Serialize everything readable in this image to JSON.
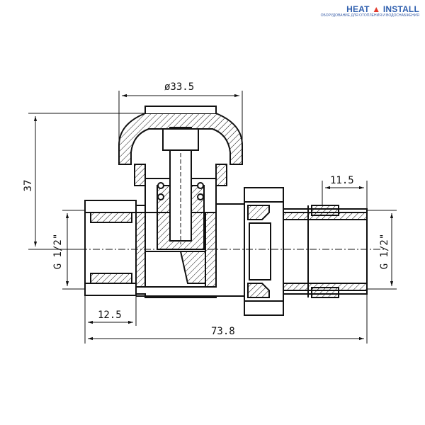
{
  "brand": {
    "name_part1": "HEAT",
    "name_part2": "INSTALL",
    "tagline": "ОБОРУДОВАНИЕ ДЛЯ ОТОПЛЕНИЯ И ВОДОСНАБЖЕНИЯ",
    "colors": {
      "primary": "#2f5fae",
      "accent": "#e23b2e"
    }
  },
  "dimensions": {
    "top_diameter": "ø33.5",
    "left_height": "37",
    "left_thread": "G 1/2\"",
    "right_thread": "G 1/2\"",
    "bottom_left": "12.5",
    "overall_length": "73.8",
    "right_top": "11.5"
  },
  "colors": {
    "line": "#111111",
    "hatch": "#111111"
  }
}
